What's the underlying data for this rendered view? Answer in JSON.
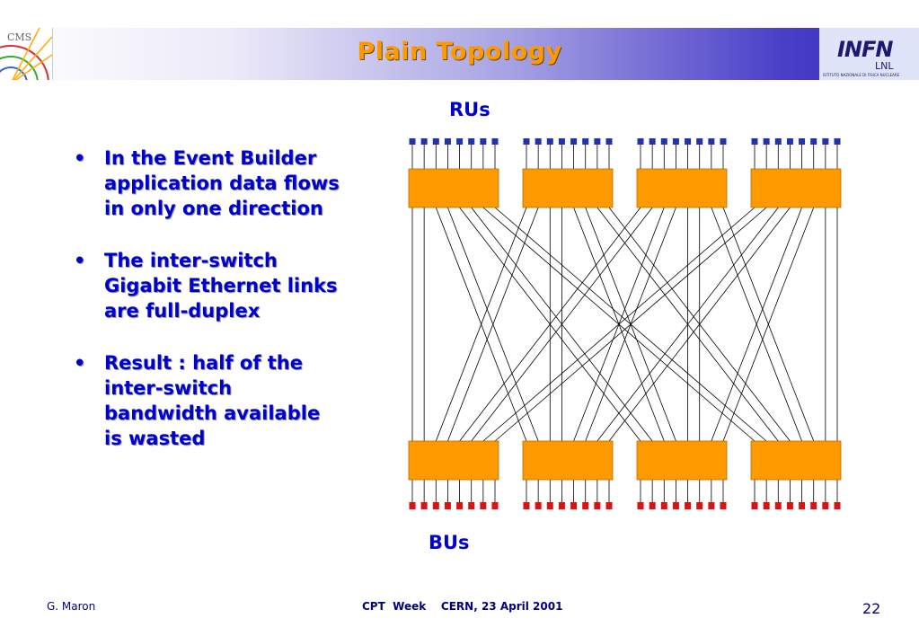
{
  "header": {
    "title": "Plain Topology",
    "left_logo": {
      "text": "CMS",
      "icon": "cms-detector-logo"
    },
    "right_logo": {
      "text": "INFN",
      "sub": "LNL",
      "caption": "ISTITUTO NAZIONALE DI FISICA NUCLEARE"
    }
  },
  "bullets": [
    "In the Event Builder application data flows in only one direction",
    "The inter-switch Gigabit Ethernet links are  full-duplex",
    "Result : half of the inter-switch bandwidth available is wasted"
  ],
  "diagram": {
    "top_label": "RUs",
    "bottom_label": "BUs",
    "switch_color": "#ff9900",
    "ru_color": "#2233aa",
    "bu_color": "#dd1111",
    "switches_per_row": 4,
    "ports_per_switch": 8
  },
  "footer": {
    "author": "G. Maron",
    "event": "CPT  Week    CERN, 23 April 2001",
    "page": "22"
  }
}
